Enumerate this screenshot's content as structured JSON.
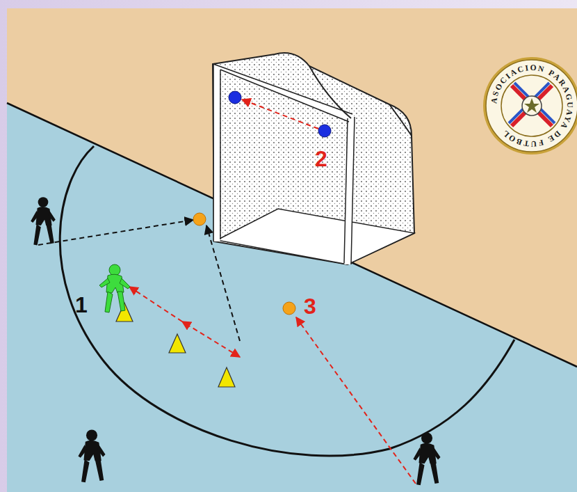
{
  "diagram": {
    "labels": [
      "1",
      "2",
      "3",
      "ASOCIACION PARAGUAYA DE FUTBOL"
    ]
  }
}
